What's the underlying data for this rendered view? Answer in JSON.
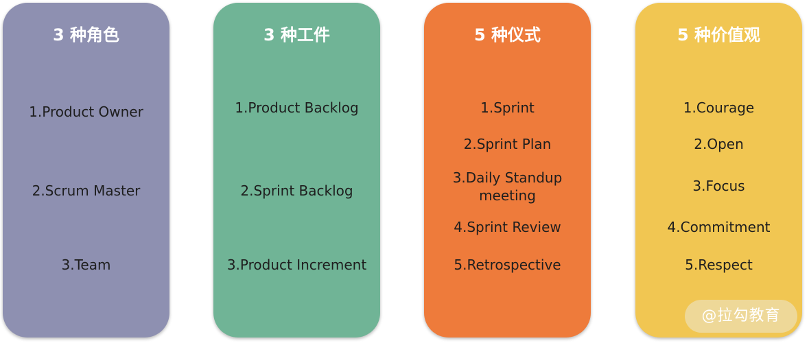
{
  "colors": {
    "roles": "#8E90B1",
    "artifacts": "#70B496",
    "ceremonies": "#EE7B3B",
    "values": "#F1C652"
  },
  "cards": [
    {
      "title": "3 种角色",
      "items": [
        "1.Product Owner",
        "2.Scrum Master",
        "3.Team"
      ]
    },
    {
      "title": "3 种工件",
      "items": [
        "1.Product Backlog",
        "2.Sprint Backlog",
        "3.Product Increment"
      ]
    },
    {
      "title": "5 种仪式",
      "items": [
        "1.Sprint",
        "2.Sprint Plan",
        "3.Daily Standup",
        "meeting",
        "4.Sprint Review",
        "5.Retrospective"
      ]
    },
    {
      "title": "5 种价值观",
      "items": [
        "1.Courage",
        "2.Open",
        "3.Focus",
        "4.Commitment",
        "5.Respect"
      ]
    }
  ],
  "watermark": "@拉勾教育"
}
